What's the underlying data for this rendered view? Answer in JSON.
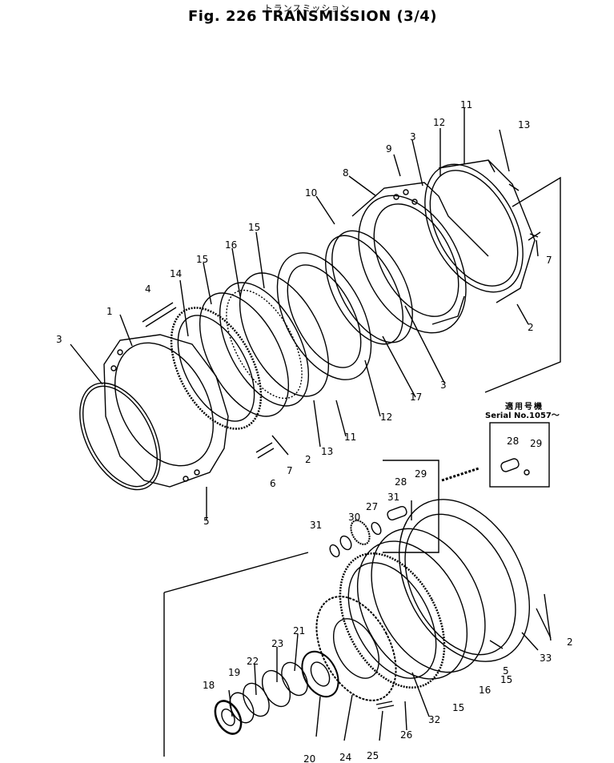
{
  "header": {
    "japanese_title": "トランスミッション",
    "figure_title": "Fig. 226  TRANSMISSION  (3/4)"
  },
  "serial_note": {
    "japanese": "適用号機",
    "label": "Serial  No.1057～"
  },
  "callouts": [
    {
      "id": "c11a",
      "text": "11"
    },
    {
      "id": "c12a",
      "text": "12"
    },
    {
      "id": "c13a",
      "text": "13"
    },
    {
      "id": "c3a",
      "text": "3"
    },
    {
      "id": "c9",
      "text": "9"
    },
    {
      "id": "c8",
      "text": "8"
    },
    {
      "id": "c10",
      "text": "10"
    },
    {
      "id": "c7a",
      "text": "7"
    },
    {
      "id": "c15a",
      "text": "15"
    },
    {
      "id": "c16a",
      "text": "16"
    },
    {
      "id": "c15b",
      "text": "15"
    },
    {
      "id": "c14",
      "text": "14"
    },
    {
      "id": "c4",
      "text": "4"
    },
    {
      "id": "c1",
      "text": "1"
    },
    {
      "id": "c3b",
      "text": "3"
    },
    {
      "id": "c2a",
      "text": "2"
    },
    {
      "id": "c3c",
      "text": "3"
    },
    {
      "id": "c17",
      "text": "17"
    },
    {
      "id": "c12b",
      "text": "12"
    },
    {
      "id": "c11b",
      "text": "11"
    },
    {
      "id": "c13b",
      "text": "13"
    },
    {
      "id": "c2b",
      "text": "2"
    },
    {
      "id": "c7b",
      "text": "7"
    },
    {
      "id": "c6",
      "text": "6"
    },
    {
      "id": "c5a",
      "text": "5"
    },
    {
      "id": "c28a",
      "text": "28"
    },
    {
      "id": "c29a",
      "text": "29"
    },
    {
      "id": "c28b",
      "text": "28"
    },
    {
      "id": "c29b",
      "text": "29"
    },
    {
      "id": "c31a",
      "text": "31"
    },
    {
      "id": "c30",
      "text": "30"
    },
    {
      "id": "c27",
      "text": "27"
    },
    {
      "id": "c31b",
      "text": "31"
    },
    {
      "id": "c2c",
      "text": "2"
    },
    {
      "id": "c33",
      "text": "33"
    },
    {
      "id": "c5b",
      "text": "5"
    },
    {
      "id": "c15c",
      "text": "15"
    },
    {
      "id": "c16b",
      "text": "16"
    },
    {
      "id": "c15d",
      "text": "15"
    },
    {
      "id": "c32",
      "text": "32"
    },
    {
      "id": "c26",
      "text": "26"
    },
    {
      "id": "c25",
      "text": "25"
    },
    {
      "id": "c24",
      "text": "24"
    },
    {
      "id": "c20",
      "text": "20"
    },
    {
      "id": "c21",
      "text": "21"
    },
    {
      "id": "c23",
      "text": "23"
    },
    {
      "id": "c22",
      "text": "22"
    },
    {
      "id": "c19",
      "text": "19"
    },
    {
      "id": "c18",
      "text": "18"
    }
  ]
}
